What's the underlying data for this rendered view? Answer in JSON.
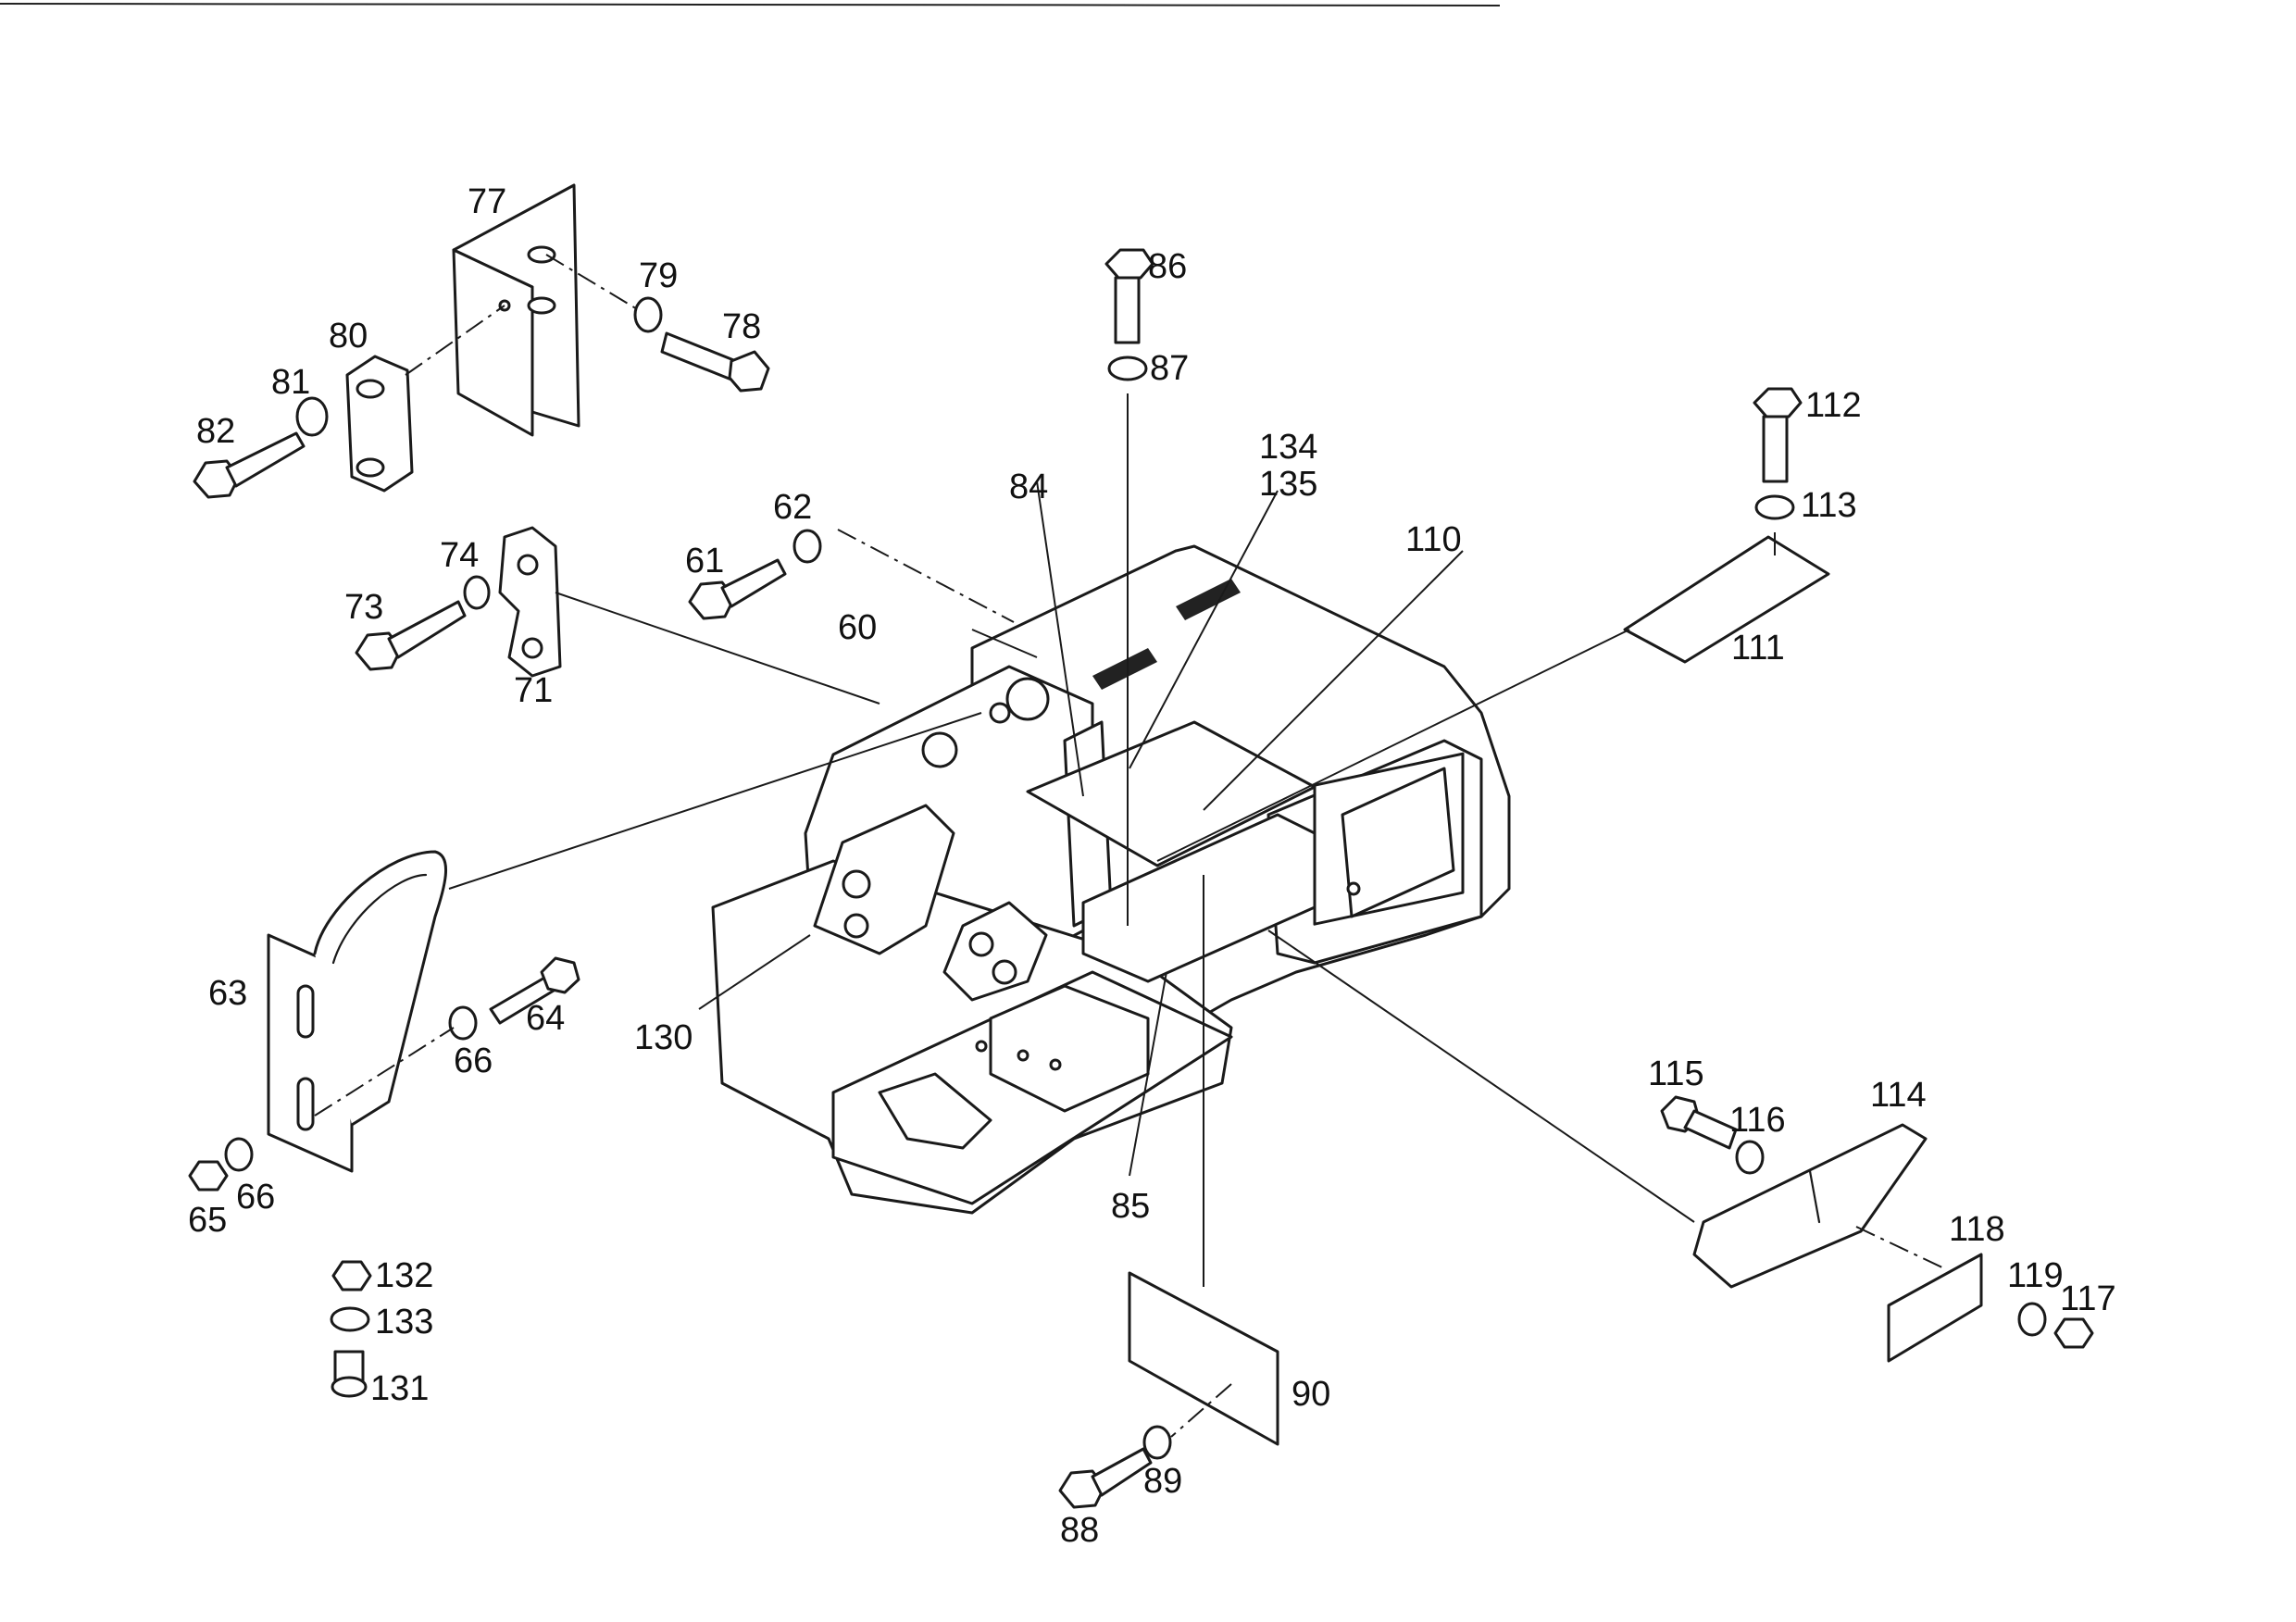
{
  "diagram": {
    "type": "exploded-parts-view",
    "callouts": [
      "60",
      "61",
      "62",
      "63",
      "64",
      "65",
      "66",
      "66",
      "71",
      "73",
      "74",
      "77",
      "78",
      "79",
      "80",
      "81",
      "82",
      "84",
      "85",
      "86",
      "87",
      "88",
      "89",
      "90",
      "110",
      "111",
      "112",
      "113",
      "114",
      "115",
      "116",
      "117",
      "118",
      "119",
      "130",
      "131",
      "132",
      "133",
      "134",
      "135"
    ]
  }
}
